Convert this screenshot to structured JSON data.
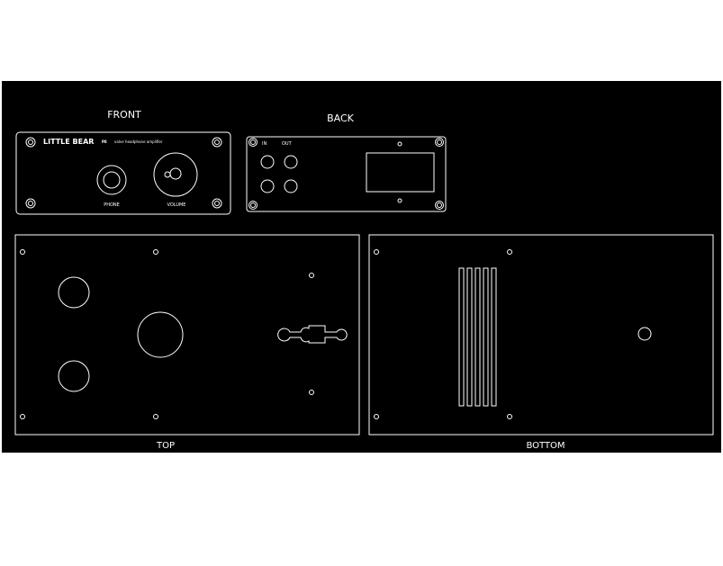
{
  "colors": {
    "background": "#000000",
    "lines": "#ffffff"
  },
  "front": {
    "title": "FRONT",
    "brand": "LITTLE BEAR",
    "model": "P8",
    "subtitle": "valve headphone amplifier",
    "phone_label": "PHONE",
    "volume_label": "VOLUME"
  },
  "back": {
    "title": "BACK",
    "in_label": "IN",
    "out_label": "OUT"
  },
  "top": {
    "title": "TOP"
  },
  "bottom": {
    "title": "BOTTOM"
  }
}
